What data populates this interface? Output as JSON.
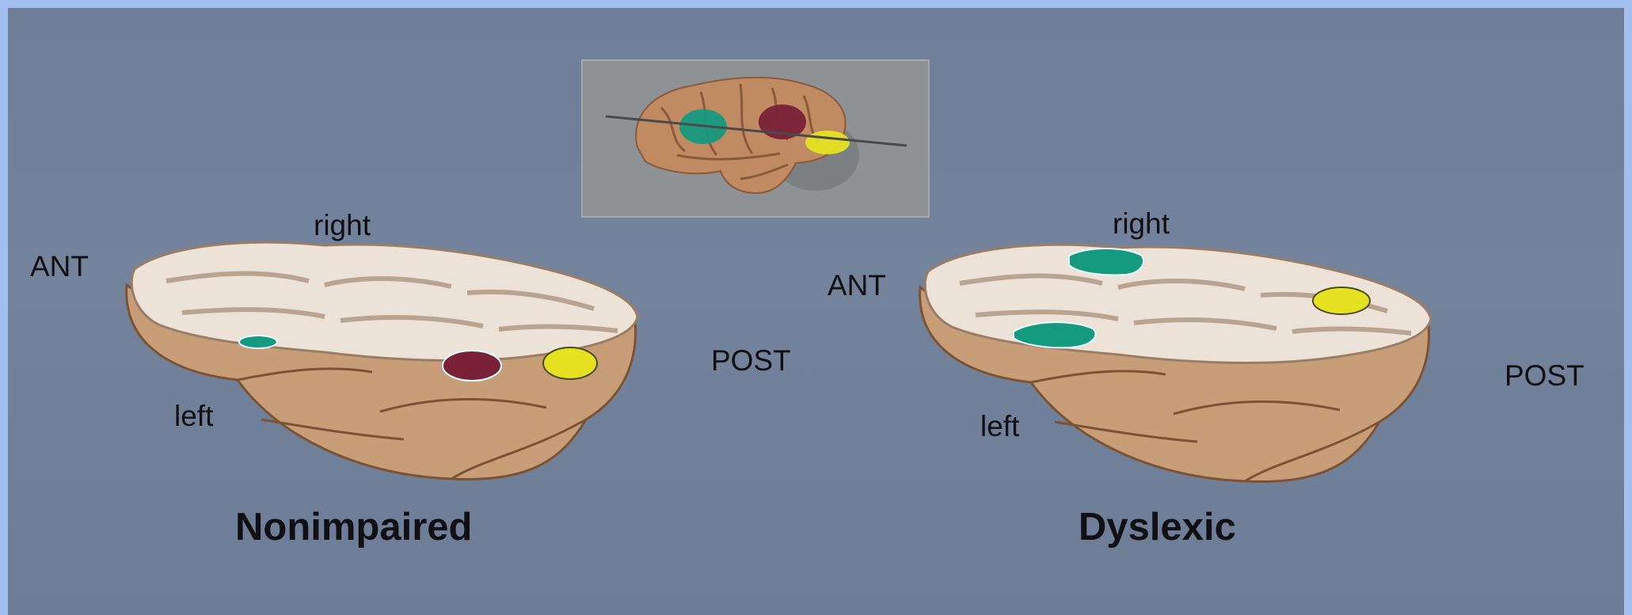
{
  "figure": {
    "left_panel": {
      "orientation": {
        "top": "right",
        "front": "ANT",
        "back": "POST",
        "bottom": "left"
      },
      "caption": "Nonimpaired"
    },
    "right_panel": {
      "orientation": {
        "top": "right",
        "front": "ANT",
        "back": "POST",
        "bottom": "left"
      },
      "caption": "Dyslexic"
    },
    "region_colors": {
      "frontal": "#159a80",
      "parieto_temporal": "#7a2138",
      "occipito_temporal": "#e6e222"
    },
    "palette": {
      "frame": "#a3bff0",
      "cortex": "#c79e78",
      "white_matter": "#ece2d7",
      "text": "#0f0f12"
    }
  }
}
